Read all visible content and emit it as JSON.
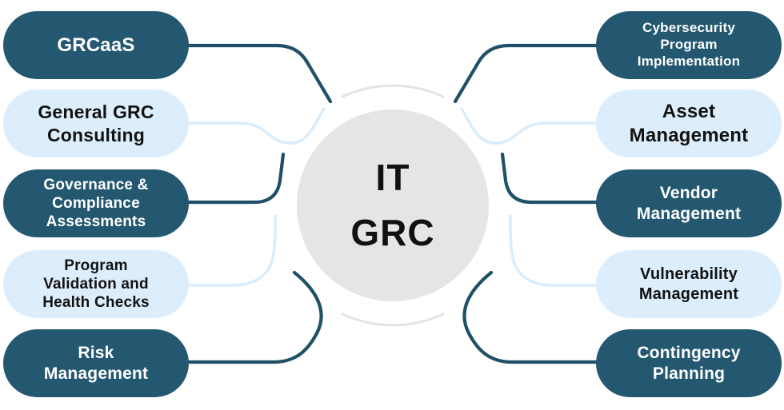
{
  "diagram_title": "IT GRC",
  "center": {
    "line1": "IT",
    "line2": "GRC"
  },
  "pills": {
    "left": [
      {
        "label": "GRCaaS",
        "tone": "dark"
      },
      {
        "label": "General GRC\nConsulting",
        "tone": "light"
      },
      {
        "label": "Governance &\nCompliance\nAssessments",
        "tone": "dark"
      },
      {
        "label": "Program\nValidation and\nHealth Checks",
        "tone": "light"
      },
      {
        "label": "Risk\nManagement",
        "tone": "dark"
      }
    ],
    "right": [
      {
        "label": "Cybersecurity\nProgram\nImplementation",
        "tone": "dark"
      },
      {
        "label": "Asset\nManagement",
        "tone": "light"
      },
      {
        "label": "Vendor\nManagement",
        "tone": "dark"
      },
      {
        "label": "Vulnerability\nManagement",
        "tone": "light"
      },
      {
        "label": "Contingency\nPlanning",
        "tone": "dark"
      }
    ]
  },
  "colors": {
    "dark_pill": "#245870",
    "light_pill": "#dceefb",
    "dark_line": "#1f5068",
    "light_line": "#d9ecfb",
    "circle_fill": "#e5e5e5",
    "ring_arc": "#e4e4e4",
    "text_on_dark": "#ffffff",
    "text_on_light": "#121212",
    "center_text": "#111111",
    "background": "#ffffff"
  }
}
